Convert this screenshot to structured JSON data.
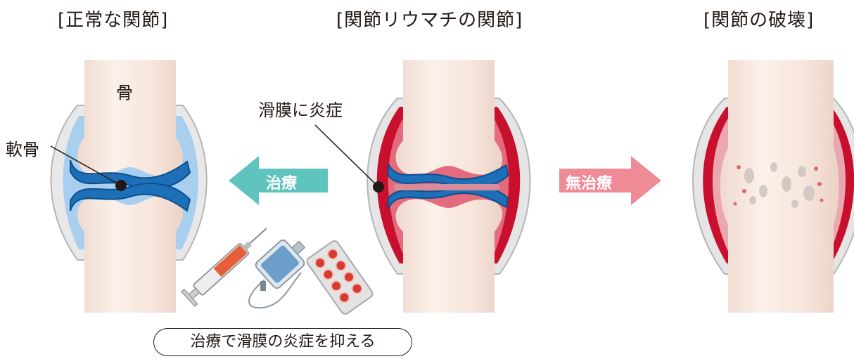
{
  "titles": {
    "normal": "[正常な関節]",
    "ra": "[関節リウマチの関節]",
    "destroyed": "[関節の破壊]"
  },
  "labels": {
    "bone": "骨",
    "cartilage": "軟骨",
    "synovitis": "滑膜に炎症"
  },
  "arrows": {
    "treatment": "治療",
    "no_treatment": "無治療"
  },
  "caption": "治療で滑膜の炎症を抑える",
  "colors": {
    "bone": "#f8ebe3",
    "cartilage_blue": "#1d6fb8",
    "synovial_fluid": "#a9cfee",
    "inflamed_red": "#c8102e",
    "treatment_arrow": "#5fc4bd",
    "no_treatment_arrow": "#ee8b97"
  }
}
